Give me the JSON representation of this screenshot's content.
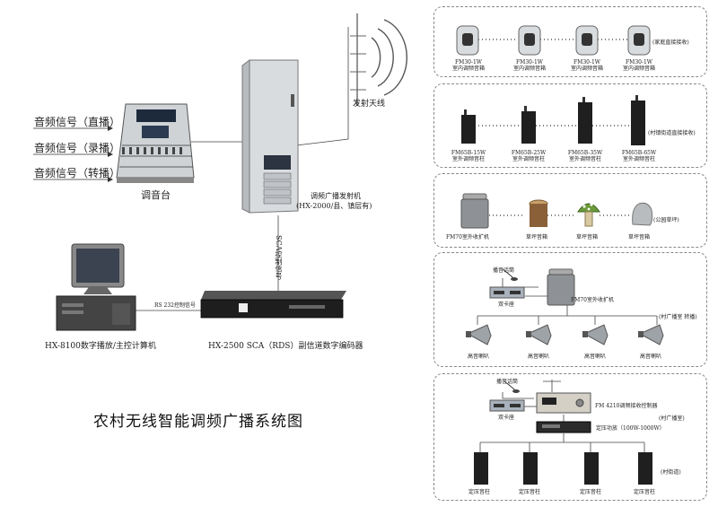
{
  "title": "农村无线智能调频广播系统图",
  "inputs": [
    "音频信号（直播）",
    "音频信号（录播）",
    "音频信号（转播）"
  ],
  "mixer_label": "调音台",
  "antenna_label": "发射天线",
  "transmitter_label_1": "调频广播发射机",
  "transmitter_label_2": "(HX-2000/县、镇层有)",
  "sca_label": "SCA控制信号",
  "rs232_label": "RS 232控制信号",
  "computer_label": "HX-8100数字播放/主控计算机",
  "encoder_label": "HX-2500 SCA（RDS）副信道数字编码器",
  "panel1": {
    "models": [
      "FM30-1W",
      "FM30-1W",
      "FM30-1W",
      "FM30-1W"
    ],
    "captions": [
      "室内调频音箱",
      "室内调频音箱",
      "室内调频音箱",
      "室内调频音箱"
    ],
    "note": "(家庭直接接收)"
  },
  "panel2": {
    "models": [
      "FM65B-15W",
      "FM65B-25W",
      "FM65B-35W",
      "FM65B-65W"
    ],
    "captions": [
      "室外调频音柱",
      "室外调频音柱",
      "室外调频音柱",
      "室外调频音柱"
    ],
    "note": "(村镇街道直接接收)"
  },
  "panel3": {
    "captions": [
      "FM70室外收扩机",
      "草坪音箱",
      "草坪音箱",
      "草坪音箱"
    ],
    "note": "(公园草坪)"
  },
  "panel4": {
    "mic_label": "播音话筒",
    "player_label": "双卡座",
    "amp_label": "FM70室外收扩机",
    "note": "(村广播室 转播)",
    "horn_label": "高音喇叭"
  },
  "panel5": {
    "mic_label": "播音话筒",
    "player_label": "双卡座",
    "receiver_label": "FM 4210调频接收控制器",
    "amp_label": "定压功放（100W-1000W）",
    "note": "(村广播室)",
    "column_label": "定压音柱",
    "street_note": "(村街道)"
  }
}
